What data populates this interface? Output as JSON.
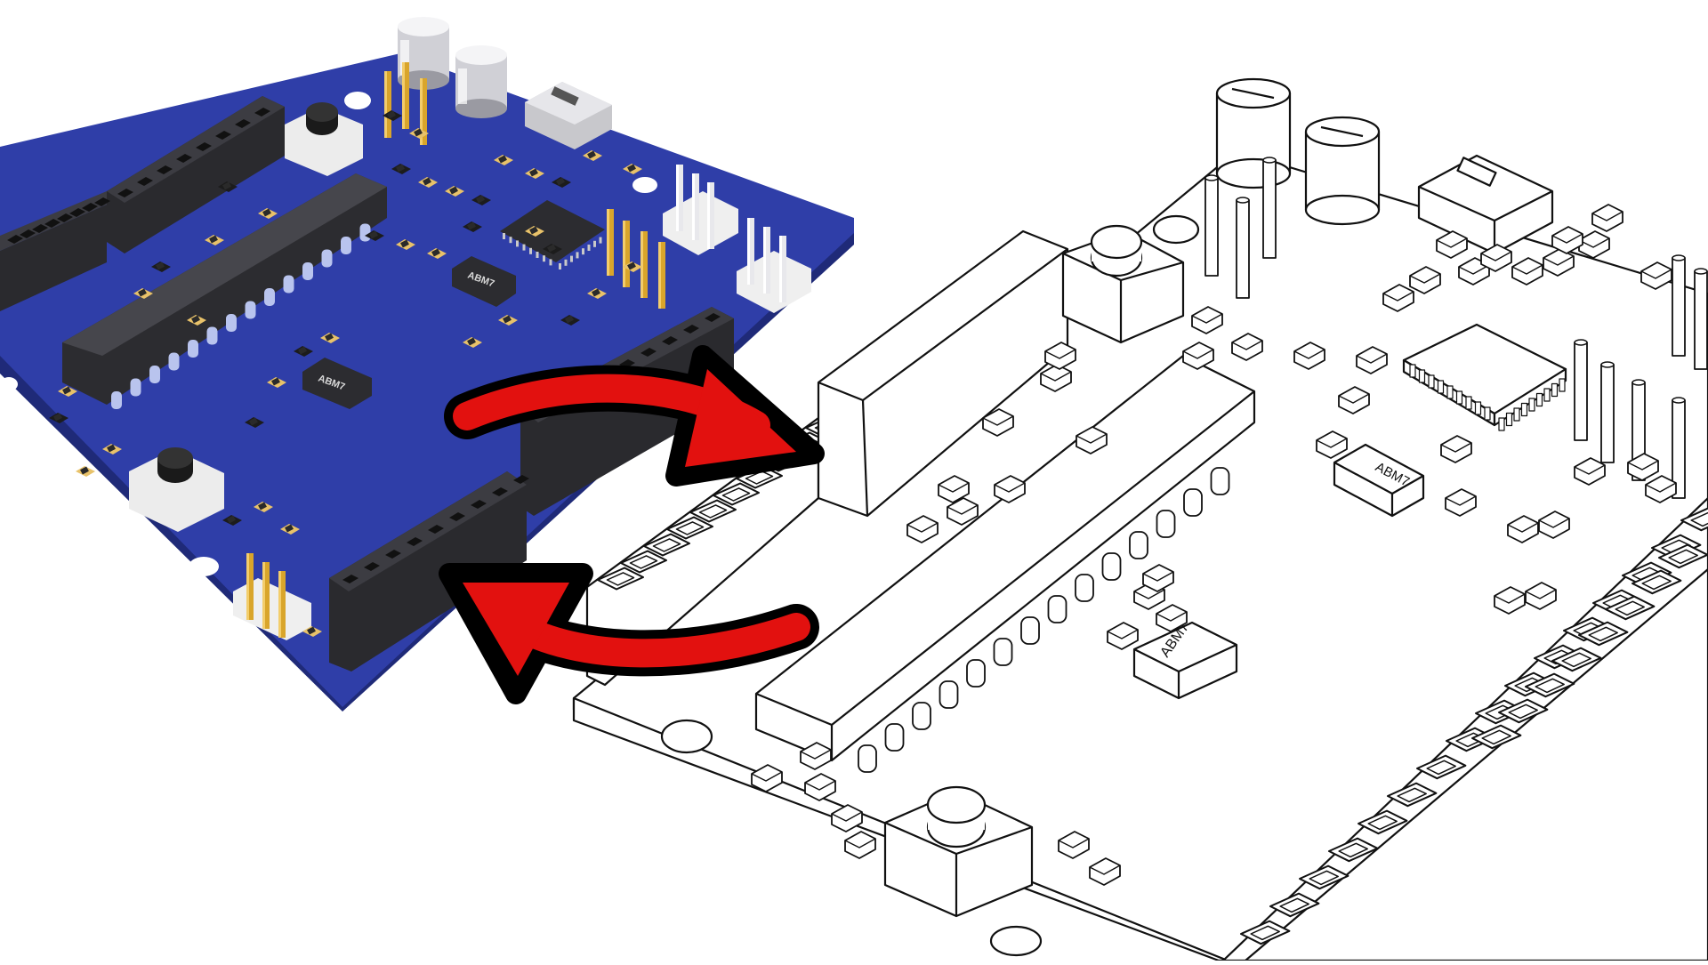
{
  "scene": {
    "rendered_board": {
      "chip_labels": [
        "ABM7",
        "ABM7"
      ]
    },
    "line_drawing": {
      "chip_labels": [
        "ABM7",
        "ABM7"
      ]
    }
  },
  "colors": {
    "background": "#ffffff",
    "pcb_blue": "#2f3ea8",
    "pcb_edge": "#1f2a78",
    "header_black": "#2a2a2e",
    "gold": "#d9a52b",
    "arrow_red": "#e2110f",
    "arrow_outline": "#000000",
    "line_art": "#111111"
  },
  "icons": [
    "double-arrow-icon"
  ]
}
